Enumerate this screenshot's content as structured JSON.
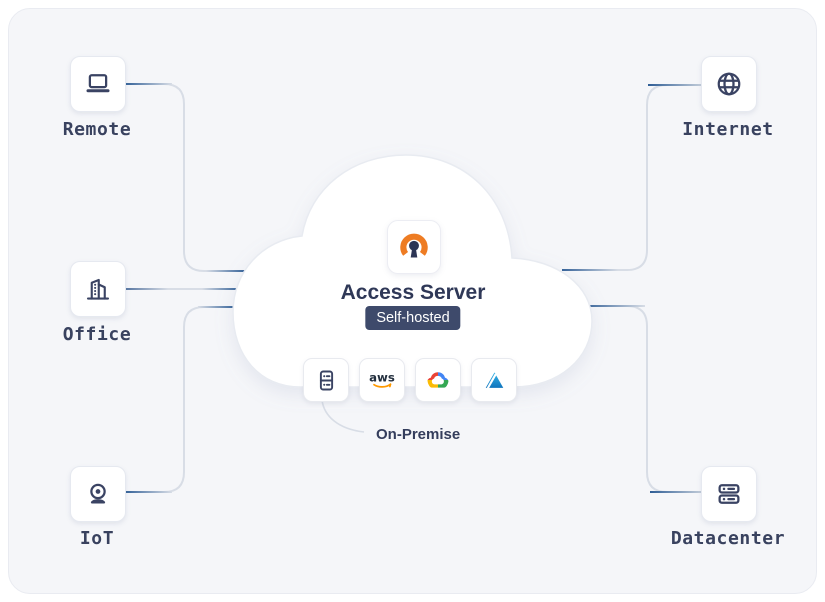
{
  "diagram": {
    "center": {
      "title": "Access Server",
      "badge": "Self-hosted",
      "logo": "openvpn-logo"
    },
    "on_premise": {
      "label": "On-Premise"
    },
    "nodes": {
      "remote": {
        "label": "Remote",
        "icon": "laptop-icon"
      },
      "office": {
        "label": "Office",
        "icon": "office-building-icon"
      },
      "iot": {
        "label": "IoT",
        "icon": "webcam-icon"
      },
      "internet": {
        "label": "Internet",
        "icon": "globe-icon"
      },
      "datacenter": {
        "label": "Datacenter",
        "icon": "server-stack-icon"
      }
    },
    "providers": {
      "aws_text": "aws",
      "items": [
        "on-premise-server",
        "aws",
        "google-cloud",
        "azure"
      ]
    },
    "colors": {
      "background": "#f5f6f9",
      "navy": "#39425f",
      "title": "#2f3857",
      "badge_bg": "#3e4a6b",
      "openvpn_orange": "#ee7c23",
      "line_gray": "#d8dde6",
      "line_blue": "#2e5d95",
      "aws_orange": "#ff9900",
      "gcp_red": "#ea4335",
      "gcp_blue": "#4285f4",
      "gcp_green": "#34a853",
      "gcp_yellow": "#fbbc05",
      "azure_blue": "#1b9de2"
    }
  }
}
